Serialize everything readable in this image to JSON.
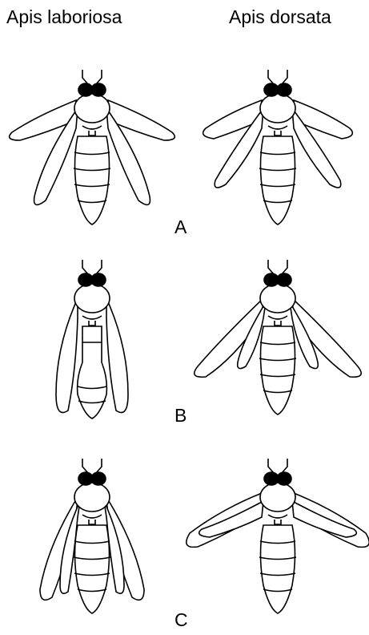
{
  "headers": {
    "left": "Apis laboriosa",
    "right": "Apis dorsata"
  },
  "rows": [
    {
      "label": "A"
    },
    {
      "label": "B"
    },
    {
      "label": "C"
    }
  ]
}
